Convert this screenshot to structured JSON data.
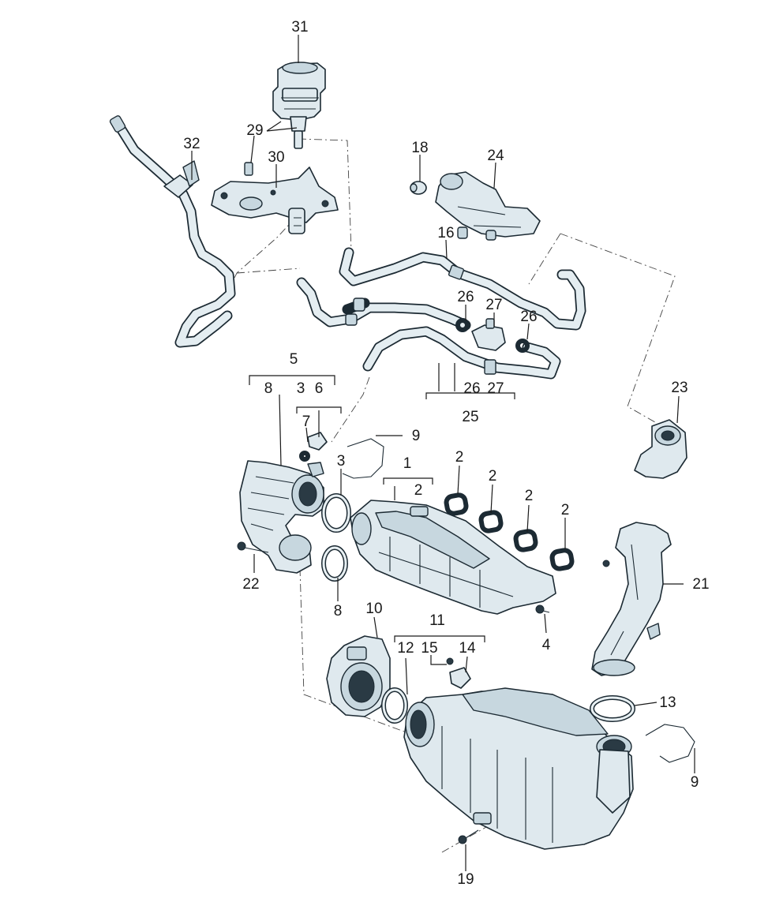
{
  "diagram": {
    "callouts": [
      "31",
      "32",
      "29",
      "30",
      "18",
      "24",
      "16",
      "26",
      "27",
      "26",
      "5",
      "8",
      "3",
      "6",
      "7",
      "9",
      "23",
      "3",
      "1",
      "2",
      "2",
      "2",
      "2",
      "2",
      "26",
      "27",
      "25",
      "22",
      "8",
      "21",
      "10",
      "11",
      "15",
      "14",
      "12",
      "4",
      "13",
      "9",
      "19"
    ]
  }
}
